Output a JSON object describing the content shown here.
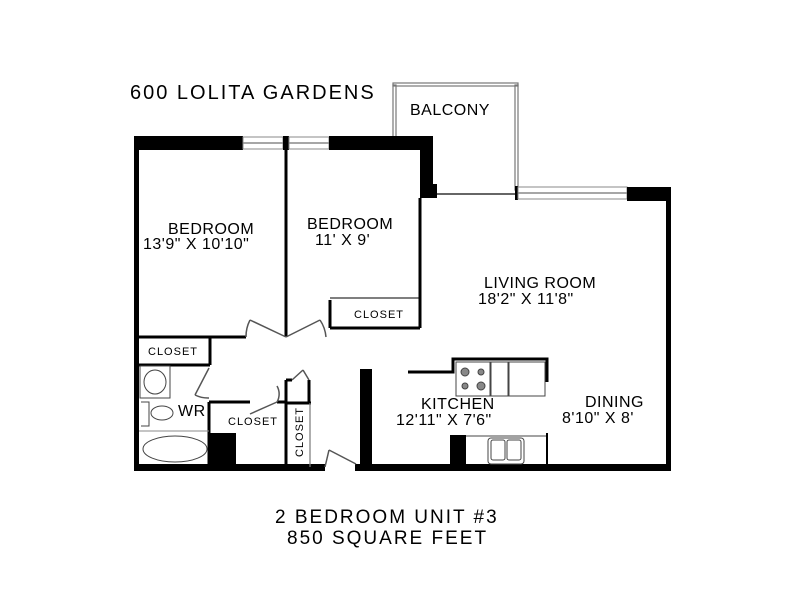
{
  "header": {
    "building_name": "600 LOLITA GARDENS"
  },
  "rooms": {
    "balcony": {
      "name": "BALCONY"
    },
    "bedroom_1": {
      "name": "BEDROOM",
      "dimensions": "13'9\" X 10'10\""
    },
    "bedroom_2": {
      "name": "BEDROOM",
      "dimensions": "11' X 9'"
    },
    "living_room": {
      "name": "LIVING ROOM",
      "dimensions": "18'2\" X 11'8\""
    },
    "kitchen": {
      "name": "KITCHEN",
      "dimensions": "12'11\" X 7'6\""
    },
    "dining": {
      "name": "DINING",
      "dimensions": "8'10\" X 8'"
    },
    "washroom": {
      "name": "WR"
    },
    "closets": [
      {
        "name": "CLOSET"
      },
      {
        "name": "CLOSET"
      },
      {
        "name": "CLOSET"
      },
      {
        "name": "CLOSET"
      }
    ]
  },
  "footer": {
    "unit_type": "2 BEDROOM UNIT #3",
    "area": "850 SQUARE FEET"
  },
  "colors": {
    "wall": "#000000",
    "fixture": "#555555",
    "window": "#888888"
  }
}
